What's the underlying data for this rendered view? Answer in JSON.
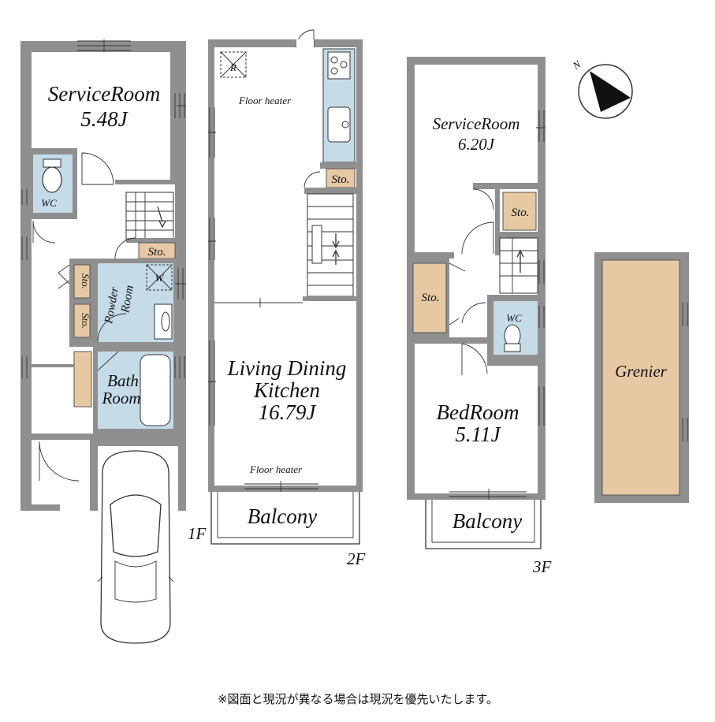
{
  "floor1": {
    "label": "1F",
    "service_room": "ServiceRoom",
    "service_room_size": "5.48J",
    "wc": "WC",
    "sto": "Sto.",
    "sto_left_a": "Sto.",
    "sto_left_b": "Sto.",
    "washer": "W",
    "powder_room_1": "Powder",
    "powder_room_2": "Room",
    "bath_room_1": "Bath",
    "bath_room_2": "Room"
  },
  "floor2": {
    "label": "2F",
    "fridge": "R",
    "floor_heater_top": "Floor heater",
    "sto": "Sto.",
    "ldk_1": "Living Dining",
    "ldk_2": "Kitchen",
    "ldk_size": "16.79J",
    "floor_heater_bottom": "Floor heater",
    "balcony": "Balcony"
  },
  "floor3": {
    "label": "3F",
    "service_room": "ServiceRoom",
    "service_room_size": "6.20J",
    "sto_right": "Sto.",
    "sto_left": "Sto.",
    "wc": "WC",
    "bedroom": "BedRoom",
    "bedroom_size": "5.11J",
    "balcony": "Balcony"
  },
  "grenier": {
    "label": "Grenier"
  },
  "compass": {
    "north": "N",
    "icon": "north-arrow-icon"
  },
  "footnote": "※図面と現況が異なる場合は現況を優先いたします。"
}
